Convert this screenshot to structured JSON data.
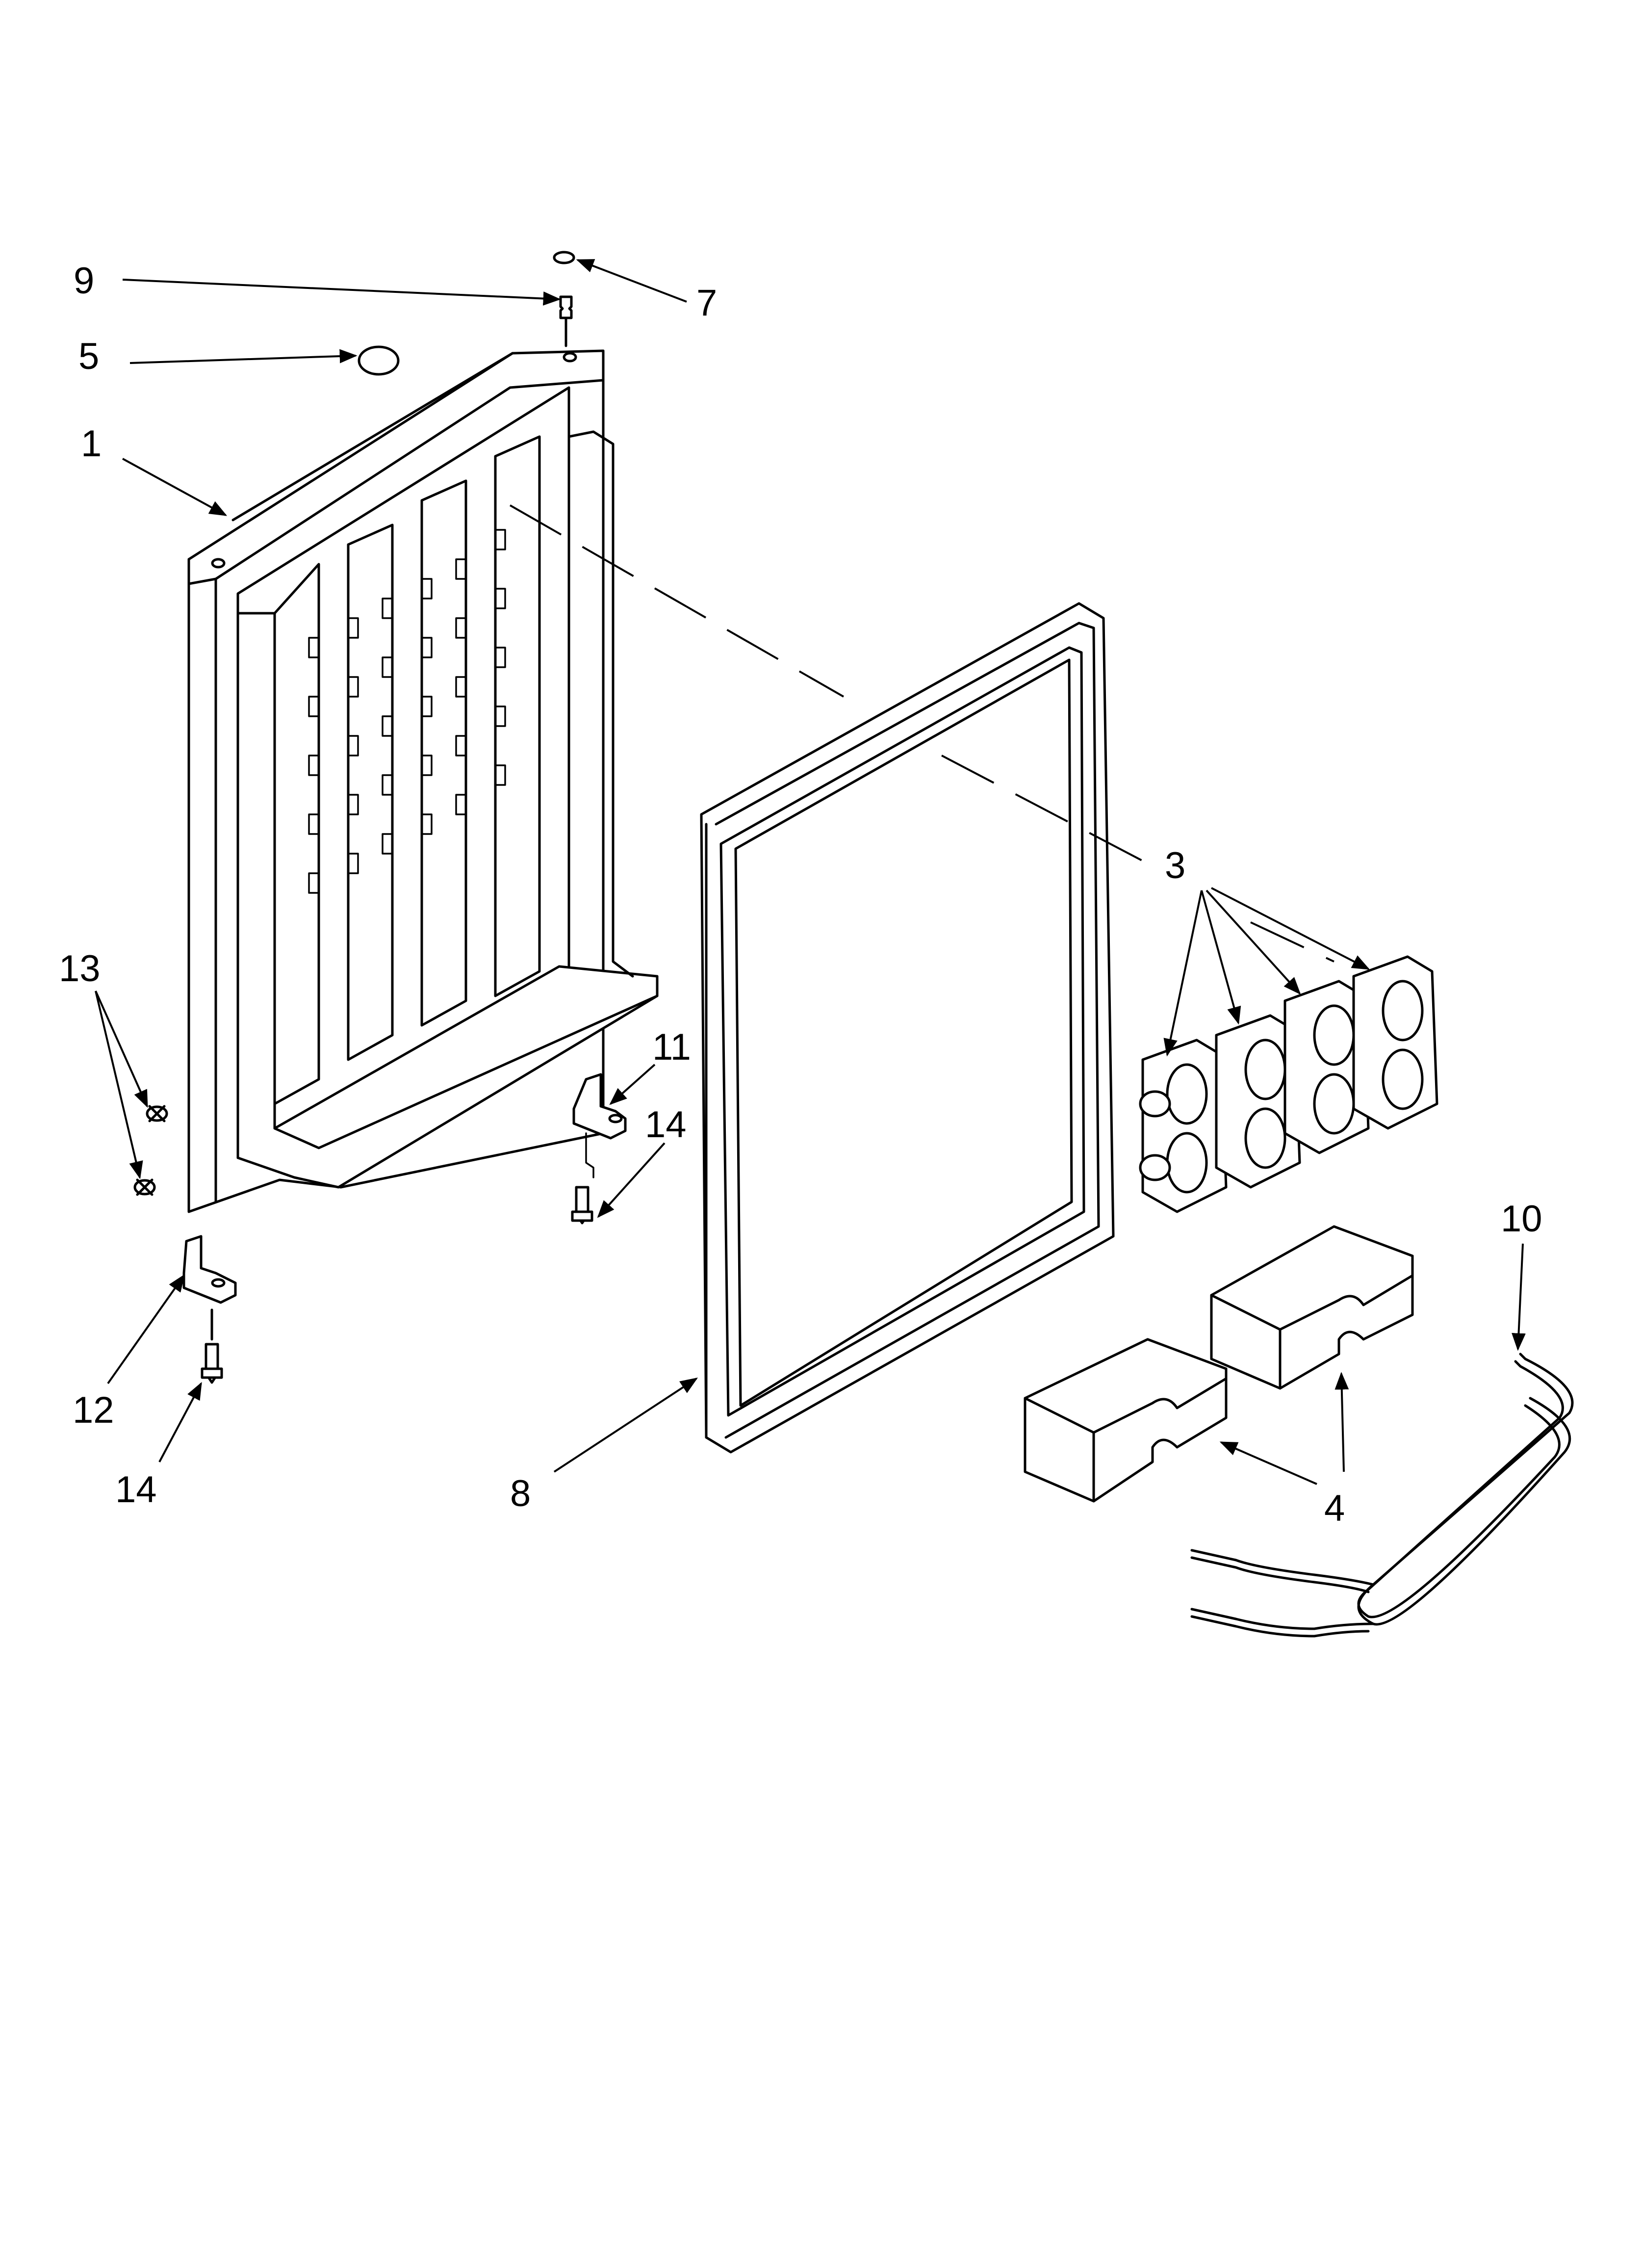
{
  "callouts": {
    "c1": "1",
    "c3": "3",
    "c4": "4",
    "c5": "5",
    "c7": "7",
    "c8": "8",
    "c9": "9",
    "c10": "10",
    "c11": "11",
    "c12": "12",
    "c13": "13",
    "c14a": "14",
    "c14b": "14"
  }
}
